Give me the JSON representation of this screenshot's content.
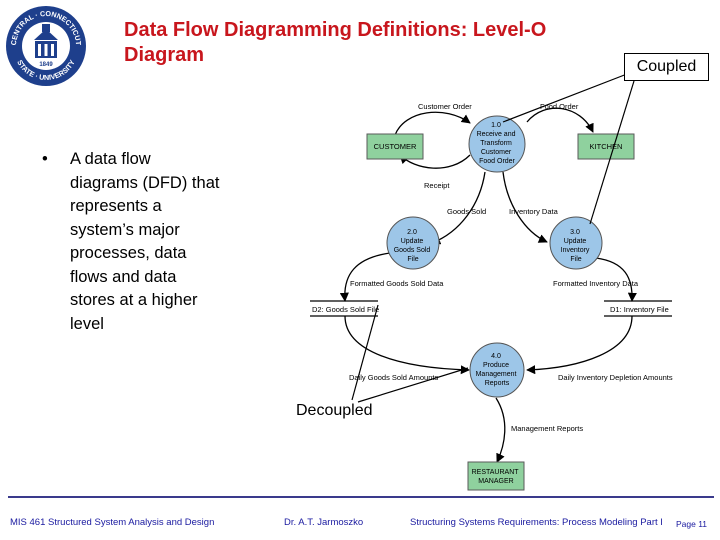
{
  "title": "Data Flow Diagramming Definitions: Level-O Diagram",
  "bullets": [
    "A data flow diagrams (DFD) that represents a system’s major processes, data flows and data stores at a higher level"
  ],
  "callouts": {
    "coupled": "Coupled",
    "decoupled": "Decoupled"
  },
  "logo": {
    "text_top": "CENTRAL · CONNECTICUT",
    "text_bottom": "STATE · UNIVERSITY",
    "year": "1849"
  },
  "diagram": {
    "entities": {
      "customer": "CUSTOMER",
      "kitchen": "KITCHEN",
      "restaurant_manager": [
        "RESTAURANT",
        "MANAGER"
      ]
    },
    "processes": {
      "p1": [
        "1.0",
        "Receive and",
        "Transform",
        "Customer",
        "Food Order"
      ],
      "p2": [
        "2.0",
        "Update",
        "Goods Sold",
        "File"
      ],
      "p3": [
        "3.0",
        "Update",
        "Inventory",
        "File"
      ],
      "p4": [
        "4.0",
        "Produce",
        "Management",
        "Reports"
      ]
    },
    "stores": {
      "d2": "D2: Goods Sold File",
      "d1": "D1: Inventory File"
    },
    "flows": {
      "customer_order": "Customer Order",
      "food_order": "Food Order",
      "receipt": "Receipt",
      "goods_sold": "Goods Sold",
      "inventory_data": "Inventory Data",
      "formatted_goods": "Formatted Goods Sold Data",
      "formatted_inventory": "Formatted Inventory Data",
      "daily_goods": "Daily Goods Sold Amounts",
      "daily_inventory": "Daily Inventory Depletion Amounts",
      "management_reports": "Management Reports"
    }
  },
  "footer": {
    "course": "MIS 461 Structured System Analysis and Design",
    "instructor": "Dr. A.T. Jarmoszko",
    "topic": "Structuring Systems Requirements: Process Modeling Part I",
    "page": "Page 11"
  },
  "colors": {
    "title": "#c8161d",
    "entity_fill": "#8fd19e",
    "process_fill": "#9dc6e8",
    "footer": "#1a1aa0"
  }
}
